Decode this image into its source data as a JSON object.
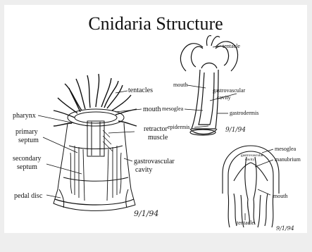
{
  "title": "Cnidaria Structure",
  "anemone": {
    "labels": {
      "tentacles": "tentacles",
      "mouth": "mouth",
      "pharynx": "pharynx",
      "primary_septum_1": "primary",
      "primary_septum_2": "septum",
      "retractor_1": "retractor",
      "retractor_2": "muscle",
      "secondary_septum_1": "secondary",
      "secondary_septum_2": "septum",
      "gastrovascular_1": "gastrovascular",
      "gastrovascular_2": "cavity",
      "pedal_disc": "pedal disc"
    },
    "signature": "9/1/94"
  },
  "hydra": {
    "labels": {
      "tentacle": "tentacle",
      "mouth": "mouth",
      "gastrovascular_1": "gastrovascular",
      "gastrovascular_2": "cavity",
      "mesoglea": "mesoglea",
      "gastrodermis": "gastrodermis",
      "epidermis": "epidermis"
    },
    "signature": "9/1/94"
  },
  "medusa": {
    "labels": {
      "mesoglea": "mesoglea",
      "manubrium": "manubrium",
      "gastrovascular_1": "gastrovascular",
      "gastrovascular_2": "cavity",
      "mouth": "mouth",
      "tentacle": "tentacle"
    },
    "signature": "9/1/94"
  },
  "colors": {
    "ink": "#111111",
    "page": "#ffffff",
    "frame": "#eeeeee"
  }
}
